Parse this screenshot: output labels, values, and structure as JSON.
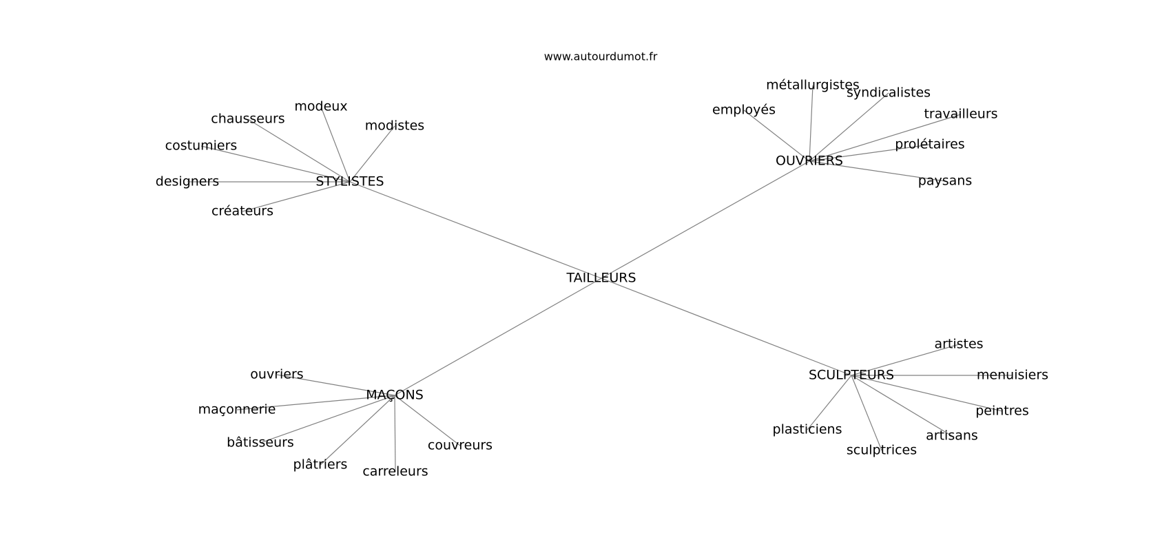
{
  "header": {
    "site": "www.autourdumot.fr"
  },
  "root": "TAILLEURS",
  "clusters": [
    {
      "label": "STYLISTES",
      "leaves": [
        "modeux",
        "modistes",
        "chausseurs",
        "costumiers",
        "designers",
        "créateurs"
      ]
    },
    {
      "label": "OUVRIERS",
      "leaves": [
        "employés",
        "métallurgistes",
        "syndicalistes",
        "travailleurs",
        "prolétaires",
        "paysans"
      ]
    },
    {
      "label": "MAÇONS",
      "leaves": [
        "ouvriers",
        "maçonnerie",
        "bâtisseurs",
        "plâtriers",
        "carreleurs",
        "couvreurs"
      ]
    },
    {
      "label": "SCULPTEURS",
      "leaves": [
        "artistes",
        "menuisiers",
        "peintres",
        "artisans",
        "sculptrices",
        "plasticiens"
      ]
    }
  ]
}
